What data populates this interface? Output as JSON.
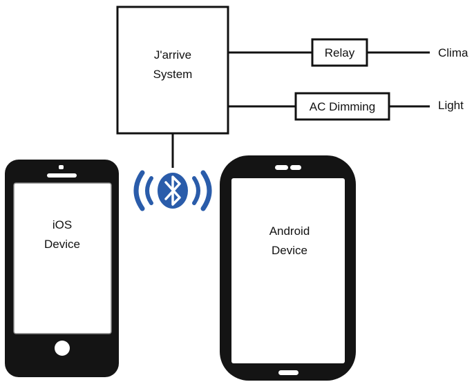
{
  "system": {
    "label_line1": "J'arrive",
    "label_line2": "System"
  },
  "relay": {
    "label": "Relay",
    "output": "Clima"
  },
  "dimming": {
    "label": "AC Dimming",
    "output": "Light"
  },
  "ios": {
    "label_line1": "iOS",
    "label_line2": "Device"
  },
  "android": {
    "label_line1": "Android",
    "label_line2": "Device"
  },
  "colors": {
    "ink": "#111111",
    "device_body": "#141414",
    "screen": "#ffffff",
    "bluetooth": "#2a5caa"
  },
  "icons": {
    "wireless": "bluetooth-icon"
  }
}
